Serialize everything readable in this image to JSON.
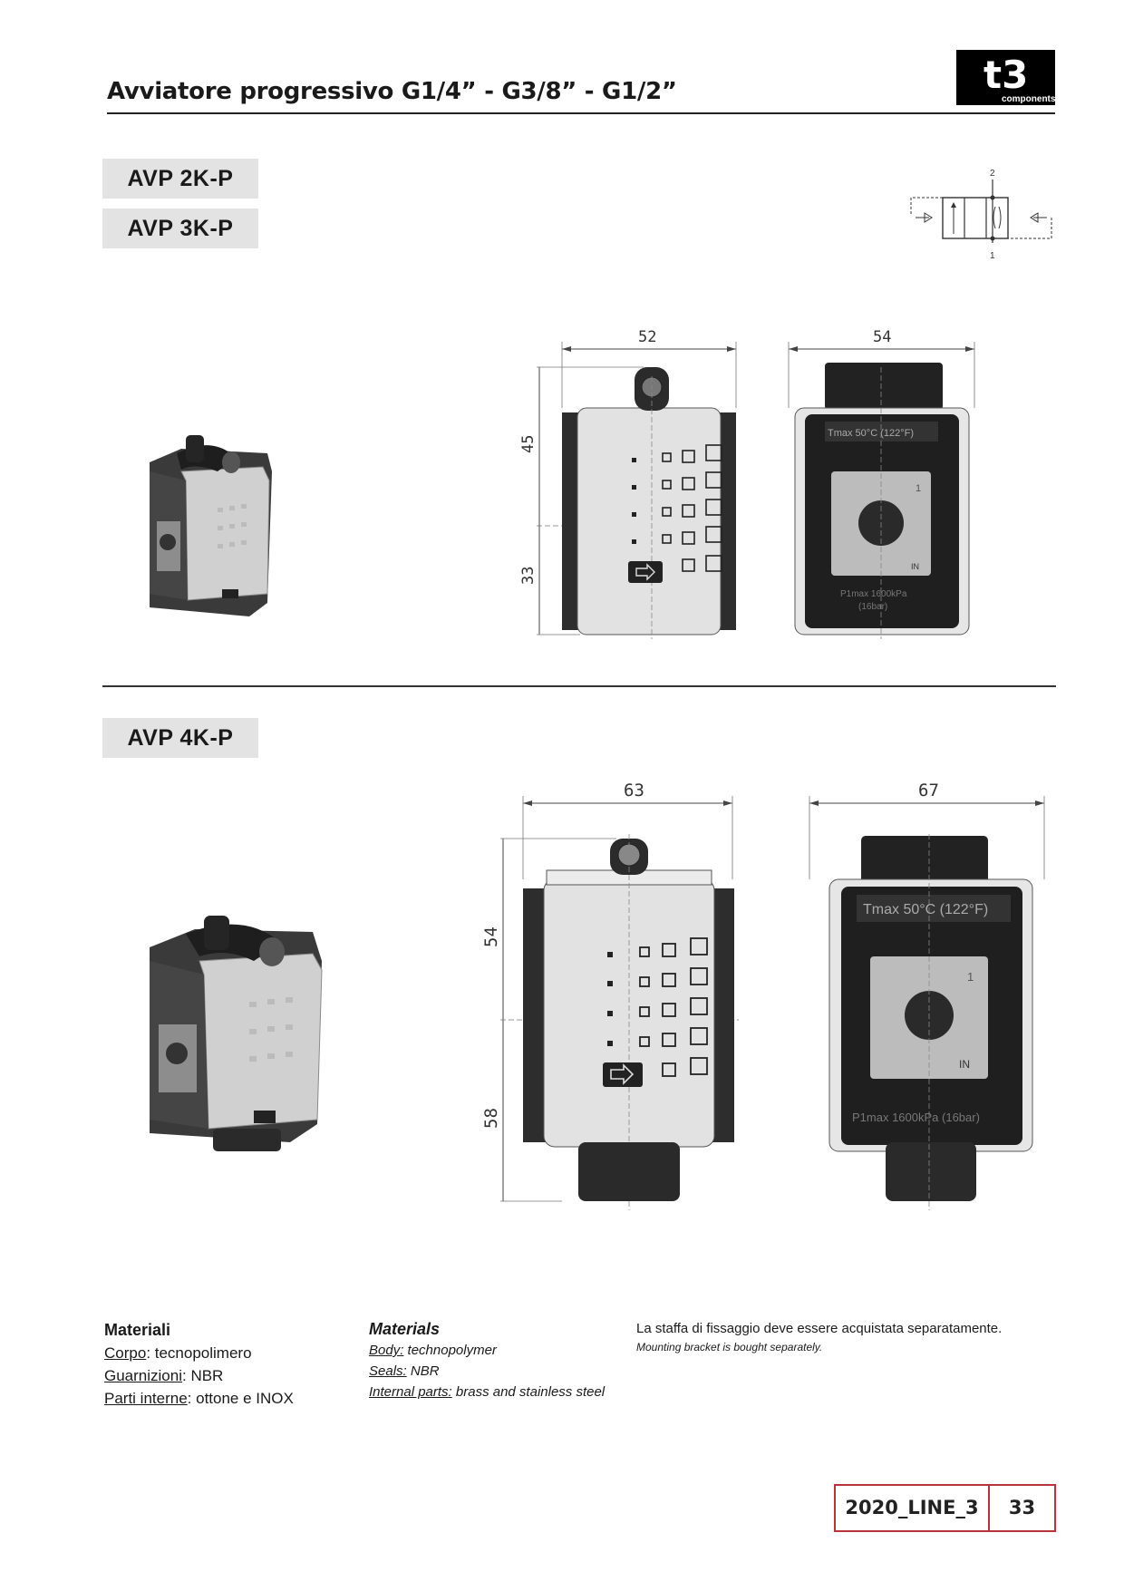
{
  "header": {
    "title": "Avviatore progressivo G1/4” - G3/8” - G1/2”",
    "logo_text": "t3",
    "logo_subtext": "components"
  },
  "models": {
    "first": "AVP 2K-P",
    "second": "AVP 3K-P",
    "third": "AVP 4K-P"
  },
  "symbol": {
    "port_top": "2",
    "port_bottom": "1"
  },
  "drawing_small": {
    "width_front": "52",
    "width_side": "54",
    "height_upper": "45",
    "height_lower": "33",
    "label_tmax": "Tmax 50°C (122°F)",
    "label_pmax": "P1max 1600kPa",
    "label_pmax_bar": "(16bar)",
    "label_port": "1",
    "label_in": "IN"
  },
  "drawing_large": {
    "width_front": "63",
    "width_side": "67",
    "height_upper": "54",
    "height_lower": "58",
    "label_tmax": "Tmax 50°C (122°F)",
    "label_pmax": "P1max 1600kPa (16bar)",
    "label_port": "1",
    "label_in": "IN"
  },
  "materials_it": {
    "heading": "Materiali",
    "body_label": "Corpo",
    "body_value": ": tecnopolimero",
    "seals_label": "Guarnizioni",
    "seals_value": ": NBR",
    "internal_label": "Parti interne",
    "internal_value": ": ottone e INOX"
  },
  "materials_en": {
    "heading": "Materials",
    "body_label": "Body:",
    "body_value": " technopolymer",
    "seals_label": "Seals:",
    "seals_value": " NBR",
    "internal_label": "Internal parts:",
    "internal_value": " brass and stainless steel"
  },
  "note": {
    "it": "La staffa di fissaggio deve essere acquistata separatamente.",
    "en": "Mounting bracket is bought separately."
  },
  "footer": {
    "edition": "2020_LINE_3",
    "page": "33"
  }
}
